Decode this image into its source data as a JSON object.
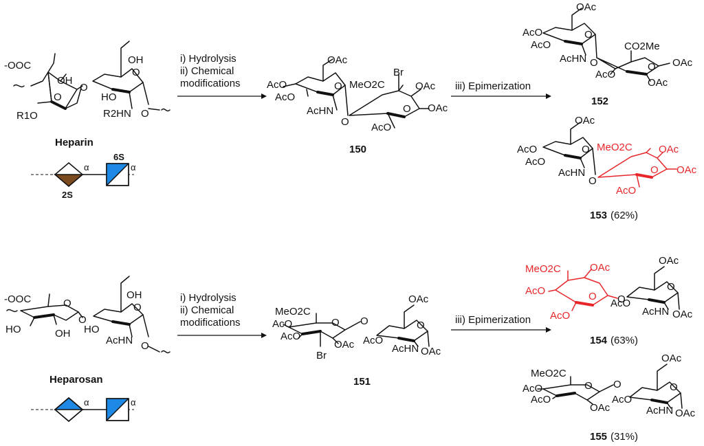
{
  "structures": {
    "heparin": {
      "name": "Heparin",
      "labels": [
        "-OOC",
        "OH",
        "O",
        "HO",
        "O",
        "OH",
        "O",
        "O",
        "R1O",
        "R2HN",
        "O"
      ],
      "sugars": {
        "uronic_label": "2S",
        "glcn_label": "6S",
        "link1": "α",
        "link2": "α"
      }
    },
    "heparosan": {
      "name": "Heparosan",
      "labels": [
        "-OOC",
        "O",
        "HO",
        "OH",
        "O",
        "HO",
        "OH",
        "O",
        "O",
        "AcHN",
        "O"
      ],
      "sugars": {
        "link1": "α",
        "link2": "α"
      }
    },
    "c150": {
      "number": "150",
      "labels": [
        "OAc",
        "AcO",
        "AcO",
        "O",
        "AcHN",
        "O",
        "MeO2C",
        "Br",
        "OAc",
        "O",
        "OAc",
        "AcO"
      ]
    },
    "c151": {
      "number": "151",
      "labels": [
        "MeO2C",
        "AcO",
        "AcO",
        "O",
        "Br",
        "OAc",
        "O",
        "AcO",
        "OAc",
        "O",
        "AcHN",
        "OAc"
      ]
    },
    "c152": {
      "number": "152",
      "labels": [
        "OAc",
        "AcO",
        "AcO",
        "O",
        "AcHN",
        "O",
        "CO2Me",
        "O",
        "OAc",
        "AcO",
        "OAc"
      ]
    },
    "c153": {
      "number": "153",
      "yield": "(62%)",
      "labels": [
        "OAc",
        "AcO",
        "AcO",
        "O",
        "AcHN",
        "O",
        "MeO2C",
        "OAc",
        "O",
        "OAc",
        "AcO"
      ]
    },
    "c154": {
      "number": "154",
      "yield": "(63%)",
      "labels": [
        "MeO2C",
        "OAc",
        "O",
        "AcO",
        "AcO",
        "O",
        "OAc",
        "AcO",
        "O",
        "AcHN",
        "OAc"
      ]
    },
    "c155": {
      "number": "155",
      "yield": "(31%)",
      "labels": [
        "MeO2C",
        "AcO",
        "AcO",
        "O",
        "OAc",
        "O",
        "AcO",
        "OAc",
        "O",
        "AcHN",
        "OAc"
      ]
    }
  },
  "conditions": {
    "step1_line1": "i) Hydrolysis",
    "step1_line2": "ii) Chemical",
    "step1_line3": "modifications",
    "step2": "iii) Epimerization"
  },
  "colors": {
    "ido_highlight": "#e8262a",
    "glcn_blue": "#1e88e5",
    "ido_brown": "#7b4a1e",
    "black": "#111111"
  }
}
